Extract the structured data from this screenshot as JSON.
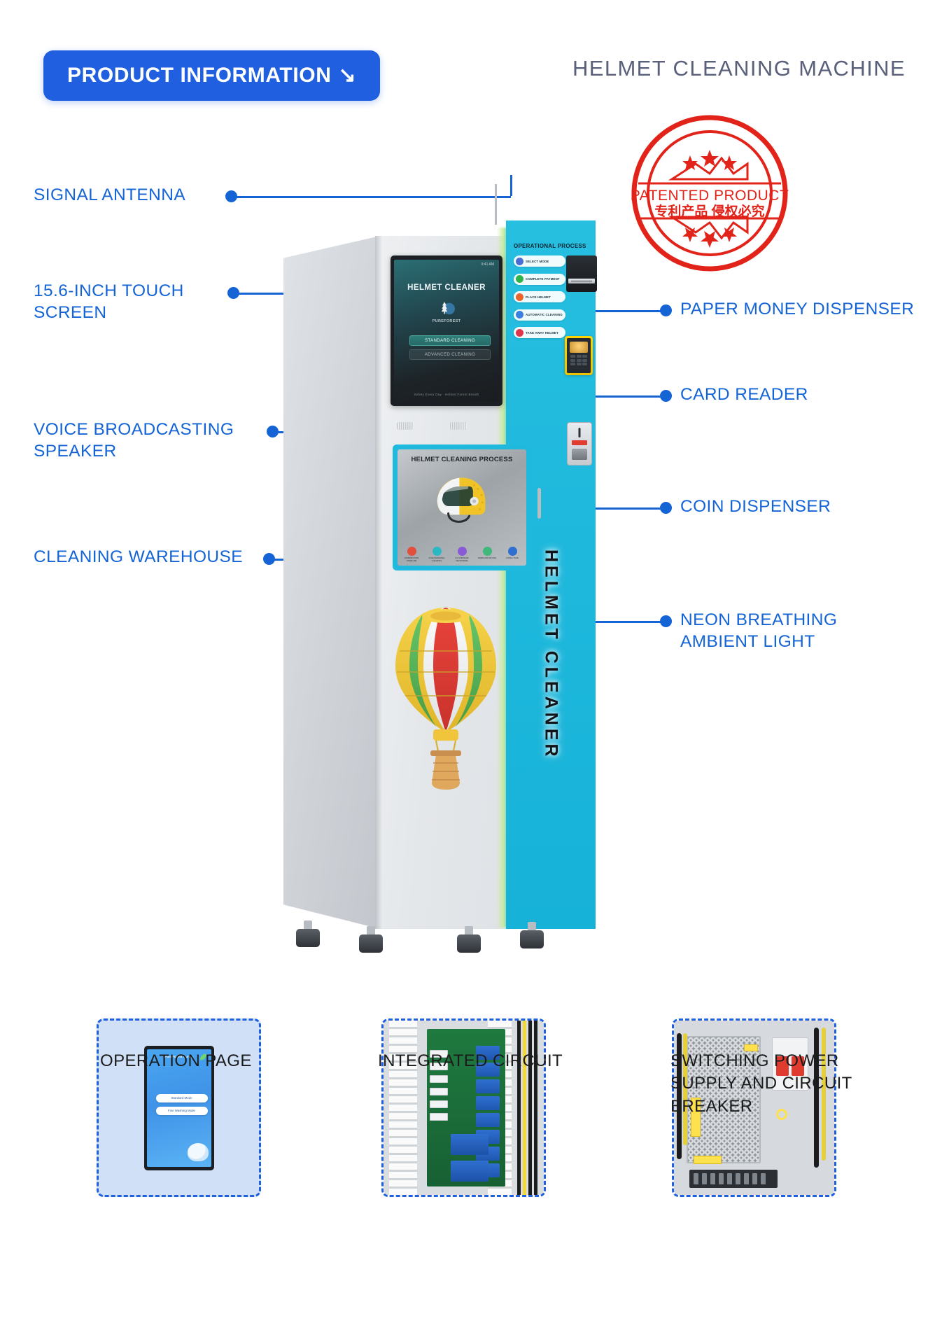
{
  "header": {
    "pill_label": "PRODUCT INFORMATION",
    "pill_arrow": "↘",
    "title": "HELMET CLEANING MACHINE"
  },
  "stamp": {
    "english_text": "PATENTED PRODUCT",
    "chinese_text": "专利产品  侵权必究",
    "color": "#e2231a"
  },
  "colors": {
    "accent_blue": "#1464d6",
    "pill_blue": "#1f5fe0",
    "cyan_panel": "#1fb9dd",
    "stamp_red": "#e2231a",
    "caption_dark": "#1b1b1b"
  },
  "callouts": {
    "left": [
      {
        "label": "SIGNAL ANTENNA"
      },
      {
        "label": "15.6-INCH TOUCH\nSCREEN"
      },
      {
        "label": "VOICE BROADCASTING\nSPEAKER"
      },
      {
        "label": "CLEANING WAREHOUSE"
      }
    ],
    "right": [
      {
        "label": "PAPER MONEY DISPENSER"
      },
      {
        "label": "CARD READER"
      },
      {
        "label": "COIN DISPENSER"
      },
      {
        "label": "NEON BREATHING\nAMBIENT LIGHT"
      }
    ]
  },
  "machine": {
    "vertical_brand": "HELMET CLEANER",
    "touchscreen": {
      "time": "9:41 AM",
      "title": "HELMET CLEANER",
      "logo_text": "PUREFOREST",
      "button_primary": "STANDARD CLEANING",
      "button_secondary": "ADVANCED CLEANING",
      "footer": "Safety Every Day · Helmet Forest Breath"
    },
    "operational_process": {
      "title": "OPERATIONAL PROCESS",
      "steps": [
        {
          "label": "SELECT MODE",
          "color": "#4a6fd4"
        },
        {
          "label": "COMPLETE PAYMENT",
          "color": "#2fb34a"
        },
        {
          "label": "PLACE HELMET",
          "color": "#e8642a"
        },
        {
          "label": "AUTOMATIC CLEANING",
          "color": "#3d7fe0"
        },
        {
          "label": "TAKE AWAY HELMET",
          "color": "#e0344a"
        }
      ]
    },
    "warehouse": {
      "title": "HELMET CLEANING PROCESS",
      "steps": [
        {
          "label": "DISINFECTION\nSTERILIZE",
          "color": "#e0503c"
        },
        {
          "label": "FOAM WASHING\nCLEANING",
          "color": "#2bb7c4"
        },
        {
          "label": "UV STERILIZE\nDEODORIZE",
          "color": "#8a5ad6"
        },
        {
          "label": "WARM AIR\nDRYING",
          "color": "#3fb87a"
        },
        {
          "label": "FINISH\nTAKE",
          "color": "#2f6fd0"
        }
      ]
    }
  },
  "bottom_panels": [
    {
      "caption": "OPERATION PAGE",
      "screen": {
        "brand": "PureForest Purity",
        "button_primary": "Standard Mode",
        "button_secondary": "Fine Washing Mode"
      }
    },
    {
      "caption": "INTEGRATED CIRCUIT"
    },
    {
      "caption": "SWITCHING POWER\nSUPPLY AND CIRCUIT\nBREAKER"
    }
  ]
}
